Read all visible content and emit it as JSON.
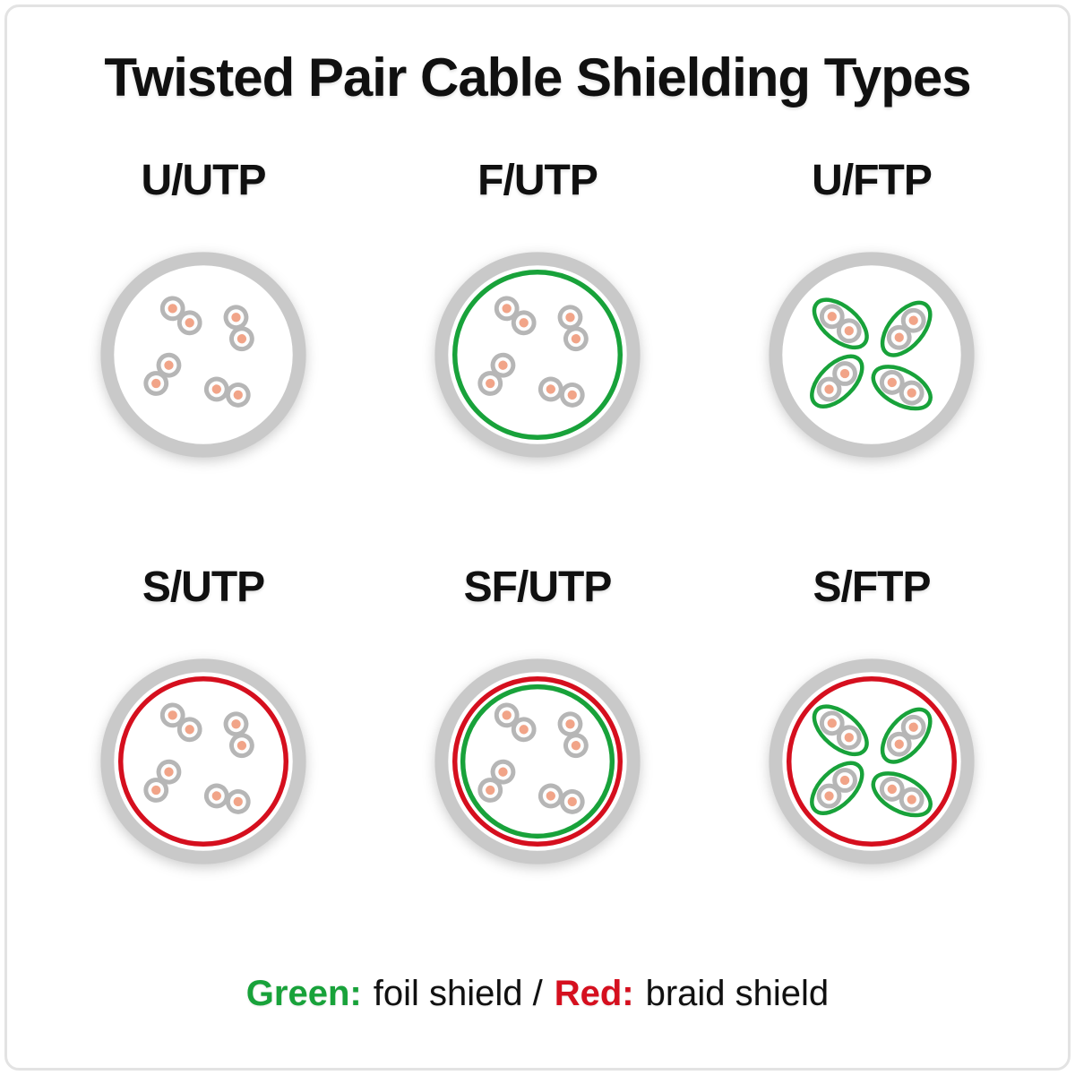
{
  "title": "Twisted Pair Cable Shielding Types",
  "legend": {
    "green_label": "Green:",
    "foil_text": "foil shield /",
    "red_label": "Red:",
    "braid_text": "braid shield"
  },
  "colors": {
    "foil": "#18a23a",
    "braid": "#d50f1e",
    "jacket": "#c9c9c9",
    "wire_ring": "#b6b6b6",
    "wire_core": "#f1a488",
    "title_text": "#101010"
  },
  "cables": [
    {
      "label": "U/UTP",
      "shields": [],
      "pair_foil": false
    },
    {
      "label": "F/UTP",
      "shields": [
        "foil"
      ],
      "pair_foil": false
    },
    {
      "label": "U/FTP",
      "shields": [],
      "pair_foil": true
    },
    {
      "label": "S/UTP",
      "shields": [
        "braid"
      ],
      "pair_foil": false
    },
    {
      "label": "SF/UTP",
      "shields": [
        "braid",
        "foil"
      ],
      "pair_foil": false
    },
    {
      "label": "S/FTP",
      "shields": [
        "braid"
      ],
      "pair_foil": true
    }
  ]
}
